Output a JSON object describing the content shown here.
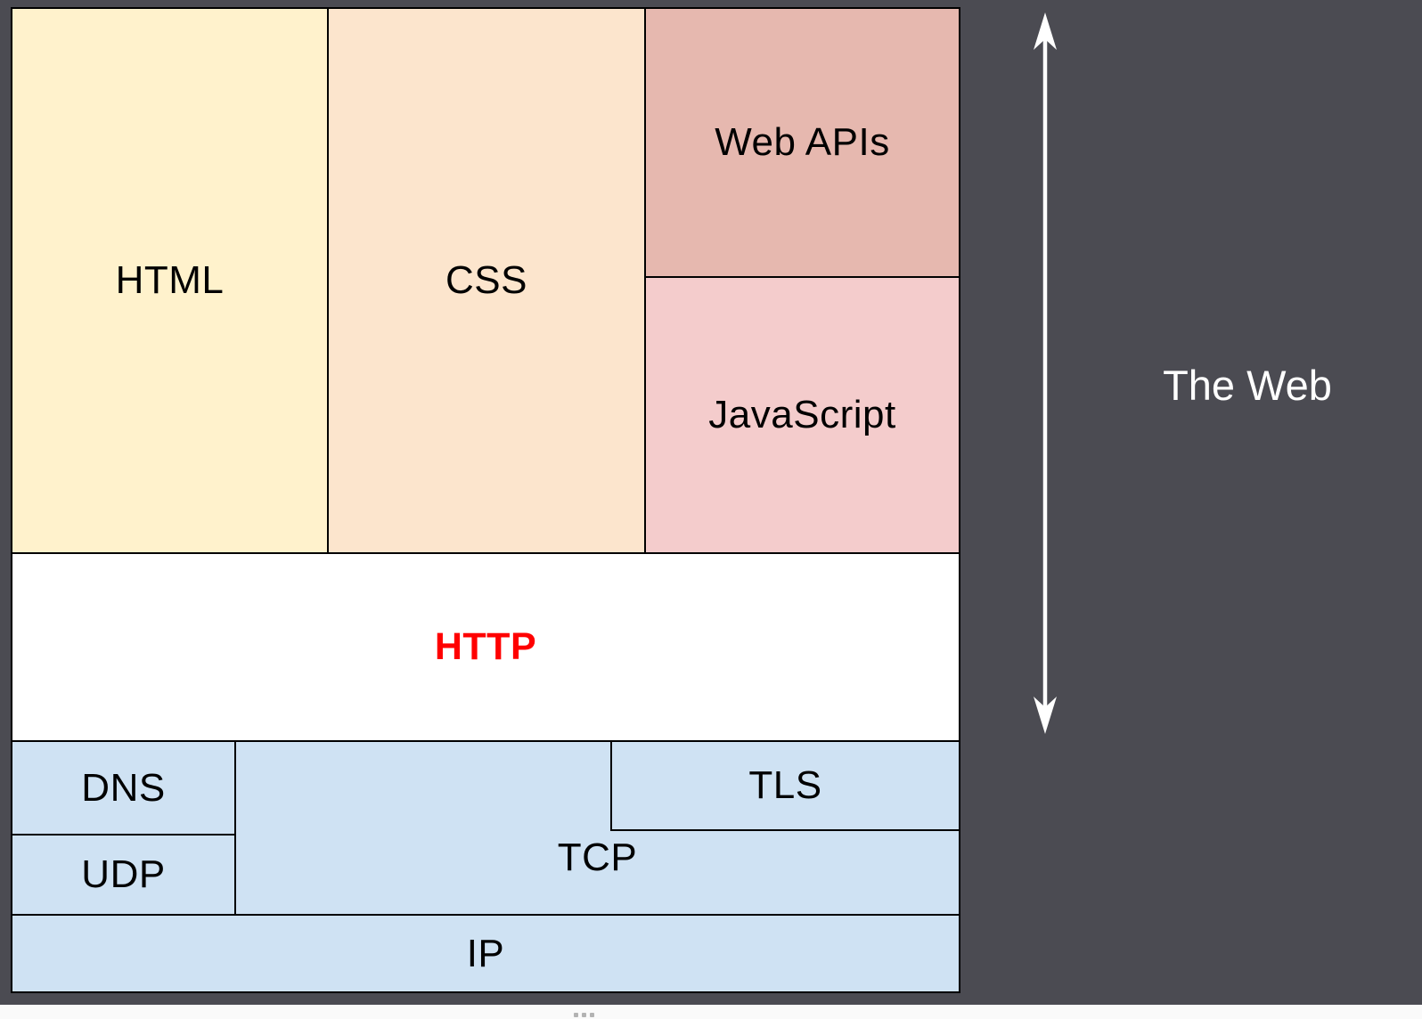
{
  "background": {
    "color": "#4b4b52"
  },
  "boxes": {
    "html": {
      "label": "HTML",
      "color": "#fff2cc"
    },
    "css": {
      "label": "CSS",
      "color": "#fce5cd"
    },
    "web_apis": {
      "label": "Web APIs",
      "color": "#e6b8af"
    },
    "javascript": {
      "label": "JavaScript",
      "color": "#f4cccc"
    },
    "http": {
      "label": "HTTP",
      "color": "#ffffff",
      "label_color": "#ff0000"
    },
    "dns": {
      "label": "DNS",
      "color": "#cfe2f3"
    },
    "udp": {
      "label": "UDP",
      "color": "#cfe2f3"
    },
    "tcp": {
      "label": "TCP",
      "color": "#cfe2f3"
    },
    "tls": {
      "label": "TLS",
      "color": "#cfe2f3"
    },
    "ip": {
      "label": "IP",
      "color": "#cfe2f3"
    }
  },
  "annotation": {
    "label": "The Web",
    "label_color": "#ffffff",
    "arrow": "double-headed-vertical-arrow",
    "arrow_color": "#ffffff"
  },
  "footer": {
    "color": "#fafafa",
    "handle_color": "#b3b3b3"
  }
}
